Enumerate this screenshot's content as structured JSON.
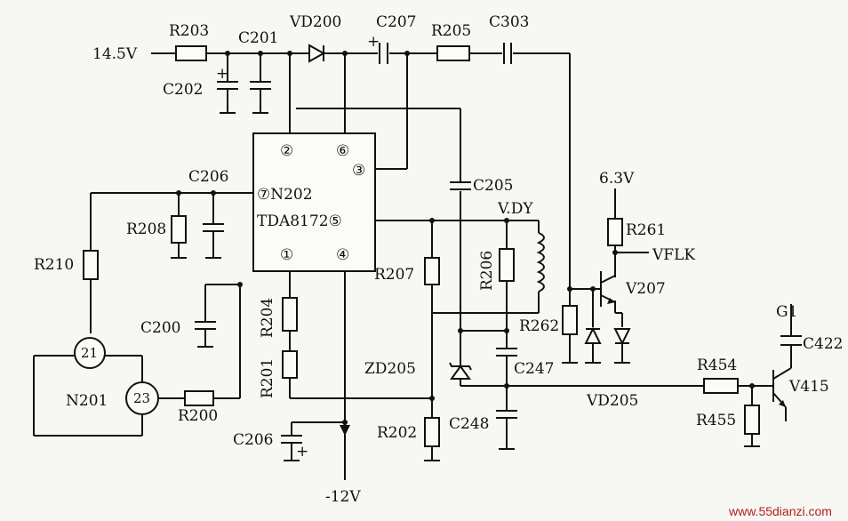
{
  "labels": {
    "v14_5": "14.5V",
    "R203": "R203",
    "C201": "C201",
    "VD200": "VD200",
    "C207": "C207",
    "R205": "R205",
    "C303": "C303",
    "C202": "C202",
    "C206_top": "C206",
    "N202": "⑦N202",
    "TDA": "TDA8172⑤",
    "R208": "R208",
    "R210": "R210",
    "C205": "C205",
    "VDY": "V.DY",
    "v6_3": "6.3V",
    "R261": "R261",
    "VFLK": "VFLK",
    "V207": "V207",
    "R207": "R207",
    "R206": "R206",
    "R262": "R262",
    "C200": "C200",
    "R204": "R204",
    "R201": "R201",
    "ZD205": "ZD205",
    "C247": "C247",
    "G1": "G1",
    "C422": "C422",
    "R454": "R454",
    "V415": "V415",
    "VD205": "VD205",
    "R455": "R455",
    "N201": "N201",
    "R200": "R200",
    "C248": "C248",
    "R202": "R202",
    "C206_bot": "C206",
    "vneg12": "-12V",
    "plus": "+"
  },
  "pins": {
    "p2": "②",
    "p6": "⑥",
    "p3": "③",
    "p1": "①",
    "p4": "④",
    "n21": "21",
    "n23": "23"
  },
  "watermark": "www.55dianzi.com"
}
